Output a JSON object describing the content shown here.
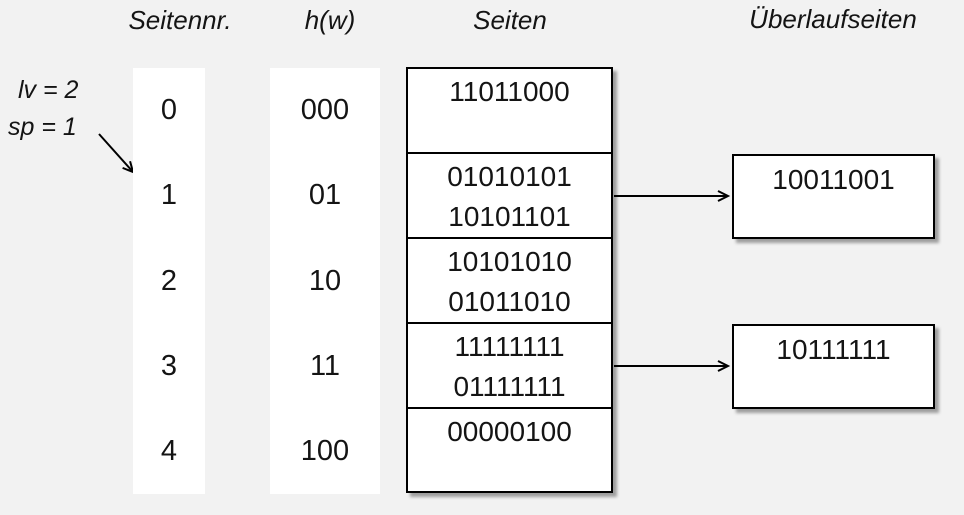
{
  "headers": {
    "seitennr": "Seitennr.",
    "hw": "h(w)",
    "seiten": "Seiten",
    "ueberlauf": "Überlaufseiten"
  },
  "annotation": {
    "lv": "lv = 2",
    "sp": "sp = 1"
  },
  "buckets": [
    {
      "nr": "0",
      "hash": "000",
      "entries": [
        "11011000",
        ""
      ]
    },
    {
      "nr": "1",
      "hash": "01",
      "entries": [
        "01010101",
        "10101101"
      ],
      "overflow": "10011001"
    },
    {
      "nr": "2",
      "hash": "10",
      "entries": [
        "10101010",
        "01011010"
      ]
    },
    {
      "nr": "3",
      "hash": "11",
      "entries": [
        "11111111",
        "01111111"
      ],
      "overflow": "10111111"
    },
    {
      "nr": "4",
      "hash": "100",
      "entries": [
        "00000100",
        ""
      ]
    }
  ],
  "colors": {
    "background": "#f2f2f2",
    "box_fill": "#ffffff",
    "line": "#000000",
    "text": "#141414"
  }
}
